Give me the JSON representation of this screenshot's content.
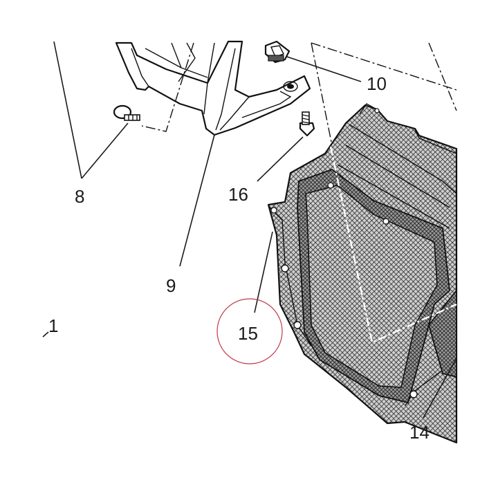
{
  "callouts": {
    "c1": "1",
    "c8": "8",
    "c9": "9",
    "c10": "10",
    "c14": "14",
    "c15": "15",
    "c16": "16"
  },
  "highlight": {
    "color": "#c0394b",
    "target": "15"
  },
  "colors": {
    "ink": "#111111",
    "panel_fill": "#5a5a5a",
    "background": "#ffffff"
  }
}
